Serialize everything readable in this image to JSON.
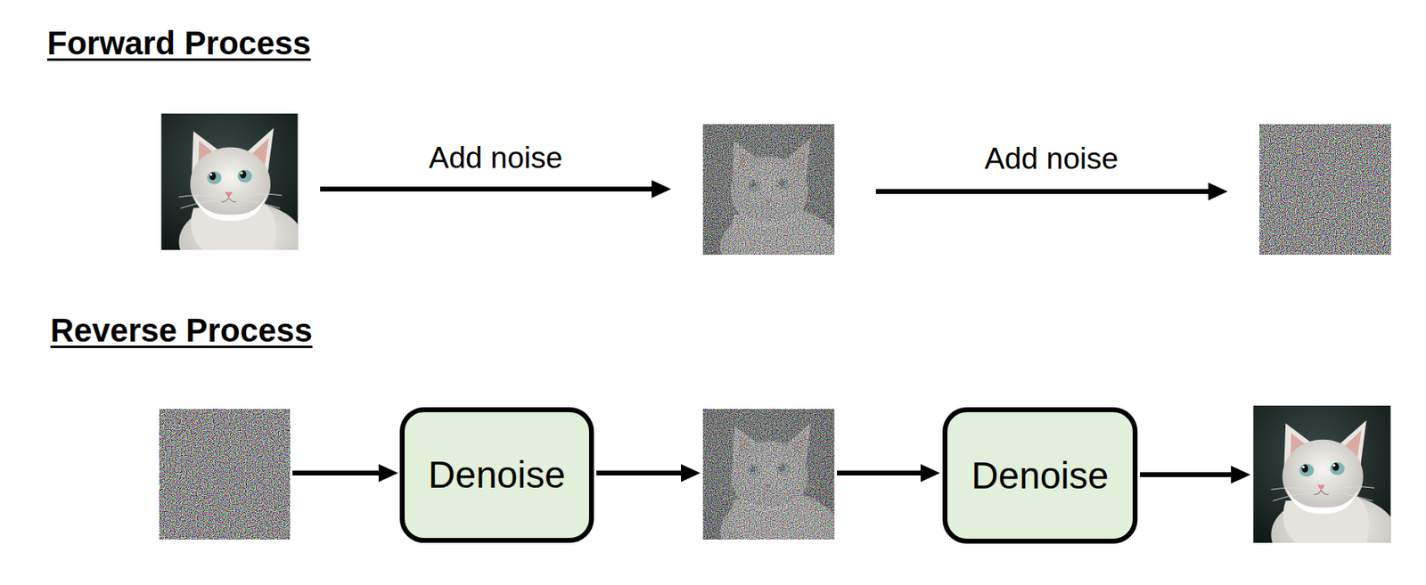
{
  "diagram": {
    "nodes": [
      {
        "text": [
          "Denoise"
        ]
      },
      {
        "text": [
          "Denoise"
        ]
      }
    ],
    "labels": [
      "Forward Process",
      "Add noise",
      "Add noise",
      "Reverse Process"
    ]
  }
}
